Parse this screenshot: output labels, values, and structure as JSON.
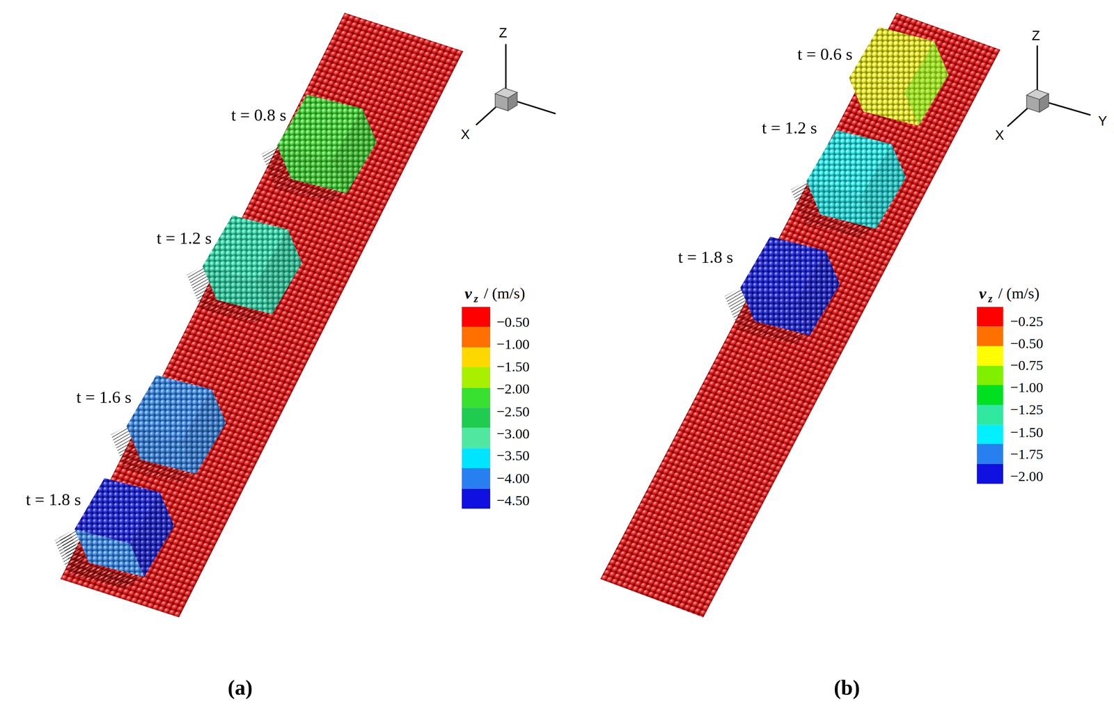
{
  "diagram": {
    "labels": [
      "t = 0.8 s",
      "t = 1.2 s",
      "t = 1.6 s",
      "t = 1.8 s",
      "Z",
      "X",
      "v",
      "z",
      "/ (m/s)",
      "(a)",
      "t = 0.6 s",
      "t = 1.2 s",
      "t = 1.8 s",
      "Z",
      "X",
      "Y",
      "v",
      "z",
      "/ (m/s)",
      "(b)"
    ],
    "legend": [
      {
        "text": "−0.50",
        "color": "#ff7000"
      },
      {
        "text": "−1.00",
        "color": "#ffd800"
      },
      {
        "text": "−1.50",
        "color": "#a8f000"
      },
      {
        "text": "−2.00",
        "color": "#38e030"
      },
      {
        "text": "−2.50",
        "color": "#20cc50"
      },
      {
        "text": "−3.00",
        "color": "#50e8a0"
      },
      {
        "text": "−3.50",
        "color": "#00e5ff"
      },
      {
        "text": "−4.00",
        "color": "#2880f0"
      },
      {
        "text": "−4.50",
        "color": "#1010e0"
      },
      {
        "text": "−0.25",
        "color": "#ff7000"
      },
      {
        "text": "−0.50",
        "color": "#ffff00"
      },
      {
        "text": "−0.75",
        "color": "#80f000"
      },
      {
        "text": "−1.00",
        "color": "#00e020"
      },
      {
        "text": "−1.25",
        "color": "#30e8a0"
      },
      {
        "text": "−1.50",
        "color": "#00f0ff"
      },
      {
        "text": "−1.75",
        "color": "#2880f0"
      },
      {
        "text": "−2.00",
        "color": "#1010e0"
      }
    ]
  }
}
